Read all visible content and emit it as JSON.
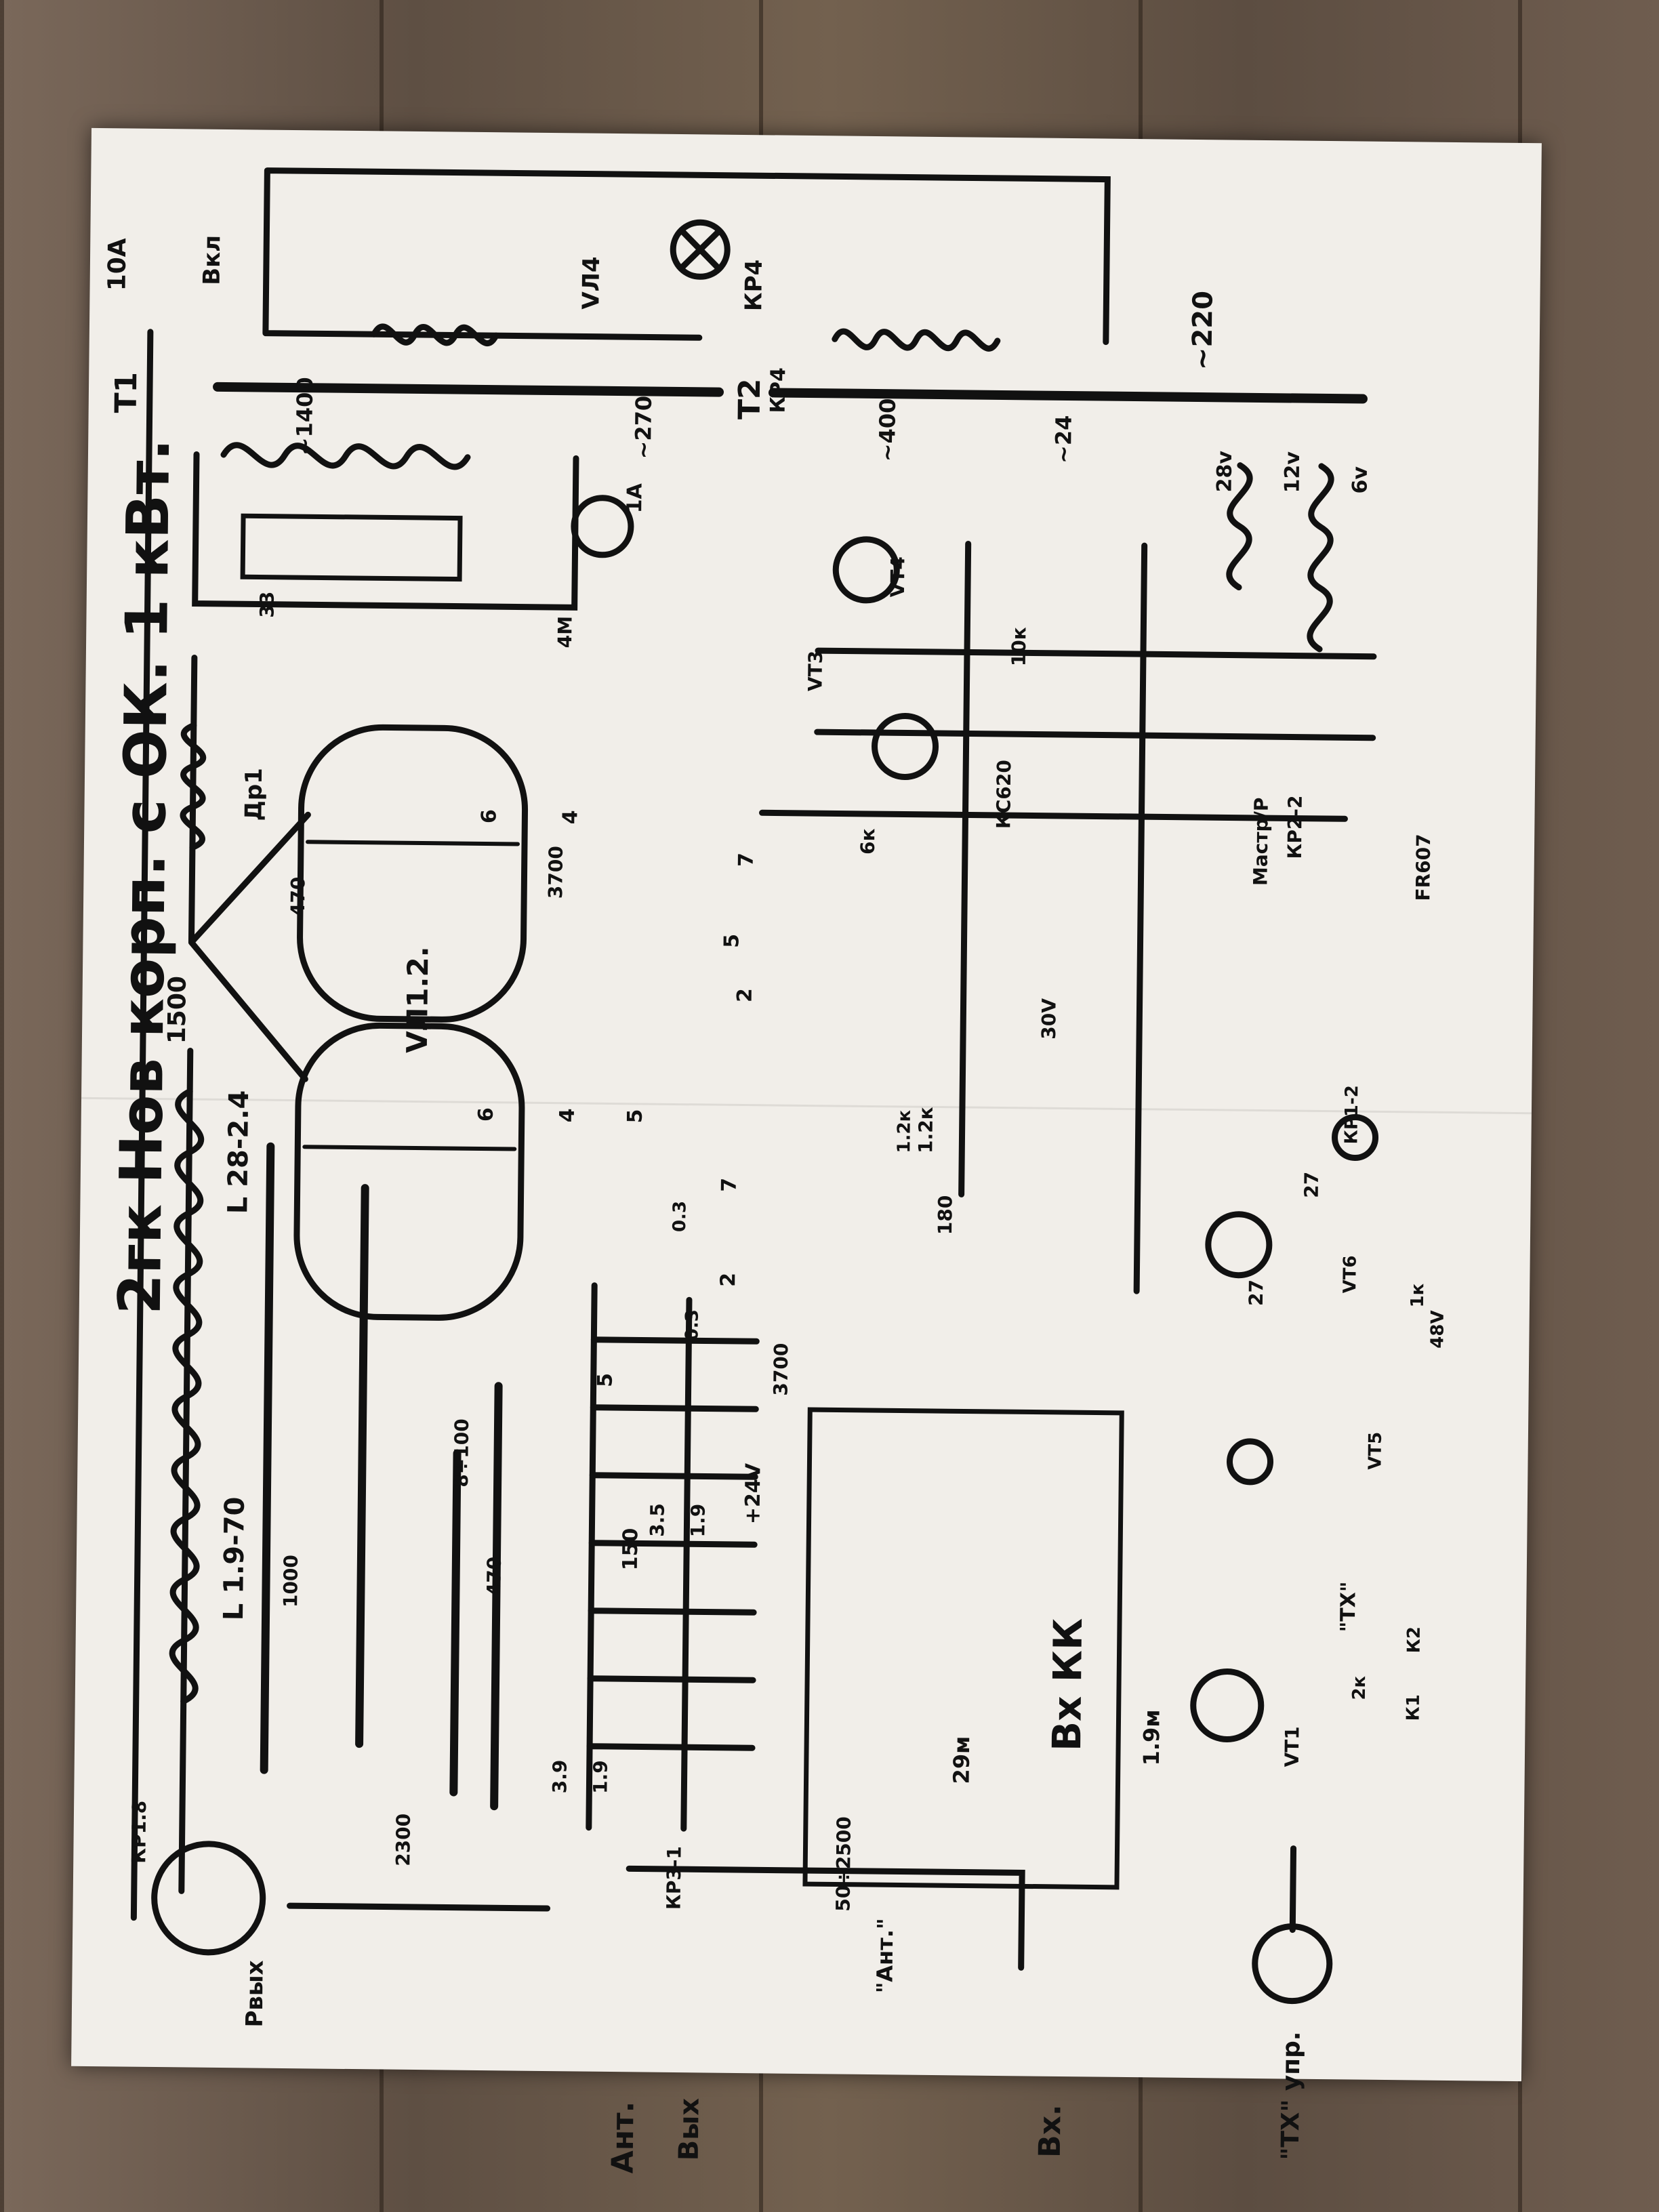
{
  "title": "2гк Нов корп. с ОК. 1 кВт.",
  "inductor_label": "L 1.9-70",
  "inductor_label_2": "L 28-2.4",
  "tubes": [
    "VЛ1.2."
  ],
  "transformers": [
    "T1",
    "T2"
  ],
  "power": {
    "voltage": "~220",
    "fuse": "10A",
    "switch": "Вкл",
    "lamp": "VЛ4",
    "relay": "КР4"
  },
  "winding_labels": [
    "~1400",
    "~270",
    "~400",
    "~24"
  ],
  "supply_labels": [
    "28v",
    "12v",
    "6v"
  ],
  "meter": "1A",
  "choke": "Др1",
  "caps": [
    "470",
    "3700",
    "1500",
    "3700",
    "1000",
    "470",
    "150",
    "2300",
    "50÷2500"
  ],
  "resistors": [
    "33",
    "4M",
    "10к",
    "6к",
    "1.2к",
    "27",
    "1к",
    "2к"
  ],
  "transistors": [
    "VT3",
    "VT4",
    "VT1",
    "VT5",
    "VT6"
  ],
  "diodes": [
    "КС620",
    "FR607"
  ],
  "relays": [
    "КР1.8",
    "КР2-2",
    "КР3-1",
    "КР1-2",
    "К1",
    "К2"
  ],
  "pins": [
    "6",
    "4",
    "5",
    "7",
    "2",
    "6",
    "4",
    "5",
    "7",
    "2",
    "5"
  ],
  "misc": [
    "8÷100",
    "3.5",
    "1.9",
    "3.9",
    "1.9",
    "+24V",
    "Вх КК",
    "29м",
    "1.9м",
    "Вх.",
    "Вых",
    "Ант.",
    "\"Ант.\"",
    "\"ТХ\" упр.",
    "Рвых",
    "КР4",
    "\"ТХ\"",
    "Мастр/Р",
    "30V",
    "48V",
    "27",
    "180",
    "0.3",
    "0.3",
    "1.2к"
  ]
}
